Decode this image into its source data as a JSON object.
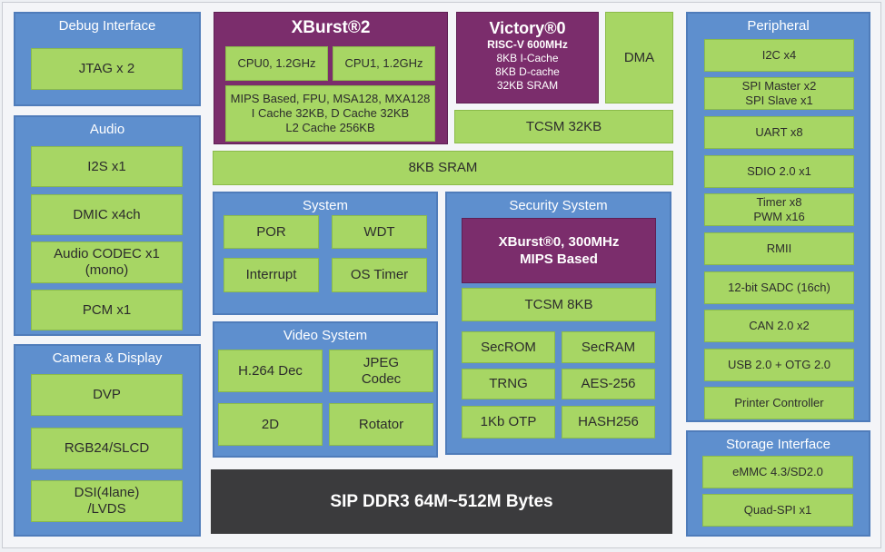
{
  "debug": {
    "title": "Debug Interface",
    "items": [
      "JTAG x 2"
    ]
  },
  "audio": {
    "title": "Audio",
    "items": [
      [
        "I2S x1"
      ],
      [
        "DMIC x4ch"
      ],
      [
        "Audio CODEC x1",
        "(mono)"
      ],
      [
        "PCM x1"
      ]
    ]
  },
  "camera": {
    "title": "Camera & Display",
    "items": [
      [
        "DVP"
      ],
      [
        "RGB24/SLCD"
      ],
      [
        "DSI(4lane)",
        "/LVDS"
      ]
    ]
  },
  "xburst2": {
    "title": "XBurst®2",
    "cpu0": "CPU0, 1.2GHz",
    "cpu1": "CPU1, 1.2GHz",
    "details": [
      "MIPS Based, FPU, MSA128, MXA128",
      "I Cache 32KB, D Cache 32KB",
      "L2 Cache 256KB"
    ]
  },
  "victory": {
    "title": "Victory®0",
    "lines": [
      "RISC-V 600MHz",
      "8KB I-Cache",
      "8KB D-cache",
      "32KB SRAM"
    ]
  },
  "dma": "DMA",
  "tcsm32": "TCSM 32KB",
  "sram": "8KB SRAM",
  "system": {
    "title": "System",
    "items": [
      "POR",
      "WDT",
      "Interrupt",
      "OS Timer"
    ]
  },
  "video": {
    "title": "Video System",
    "items": [
      [
        "H.264 Dec"
      ],
      [
        "JPEG",
        "Codec"
      ],
      [
        "2D"
      ],
      [
        "Rotator"
      ]
    ]
  },
  "security": {
    "title": "Security  System",
    "core": [
      "XBurst®0, 300MHz",
      "MIPS Based"
    ],
    "tcsm": "TCSM 8KB",
    "items": [
      "SecROM",
      "SecRAM",
      "TRNG",
      "AES-256",
      "1Kb OTP",
      "HASH256"
    ]
  },
  "ddr": "SIP DDR3 64M~512M Bytes",
  "peripheral": {
    "title": "Peripheral",
    "items": [
      [
        "I2C x4"
      ],
      [
        "SPI Master x2",
        "SPI Slave x1"
      ],
      [
        "UART x8"
      ],
      [
        "SDIO 2.0 x1"
      ],
      [
        "Timer x8",
        "PWM x16"
      ],
      [
        "RMII"
      ],
      [
        "12-bit SADC (16ch)"
      ],
      [
        "CAN 2.0 x2"
      ],
      [
        "USB 2.0 + OTG 2.0"
      ],
      [
        "Printer Controller"
      ]
    ]
  },
  "storage": {
    "title": "Storage Interface",
    "items": [
      "eMMC 4.3/SD2.0",
      "Quad-SPI x1"
    ]
  },
  "colors": {
    "panel": "#5e8fce",
    "block": "#a7d664",
    "core": "#7b2d6c",
    "ddr": "#3b3b3d"
  }
}
